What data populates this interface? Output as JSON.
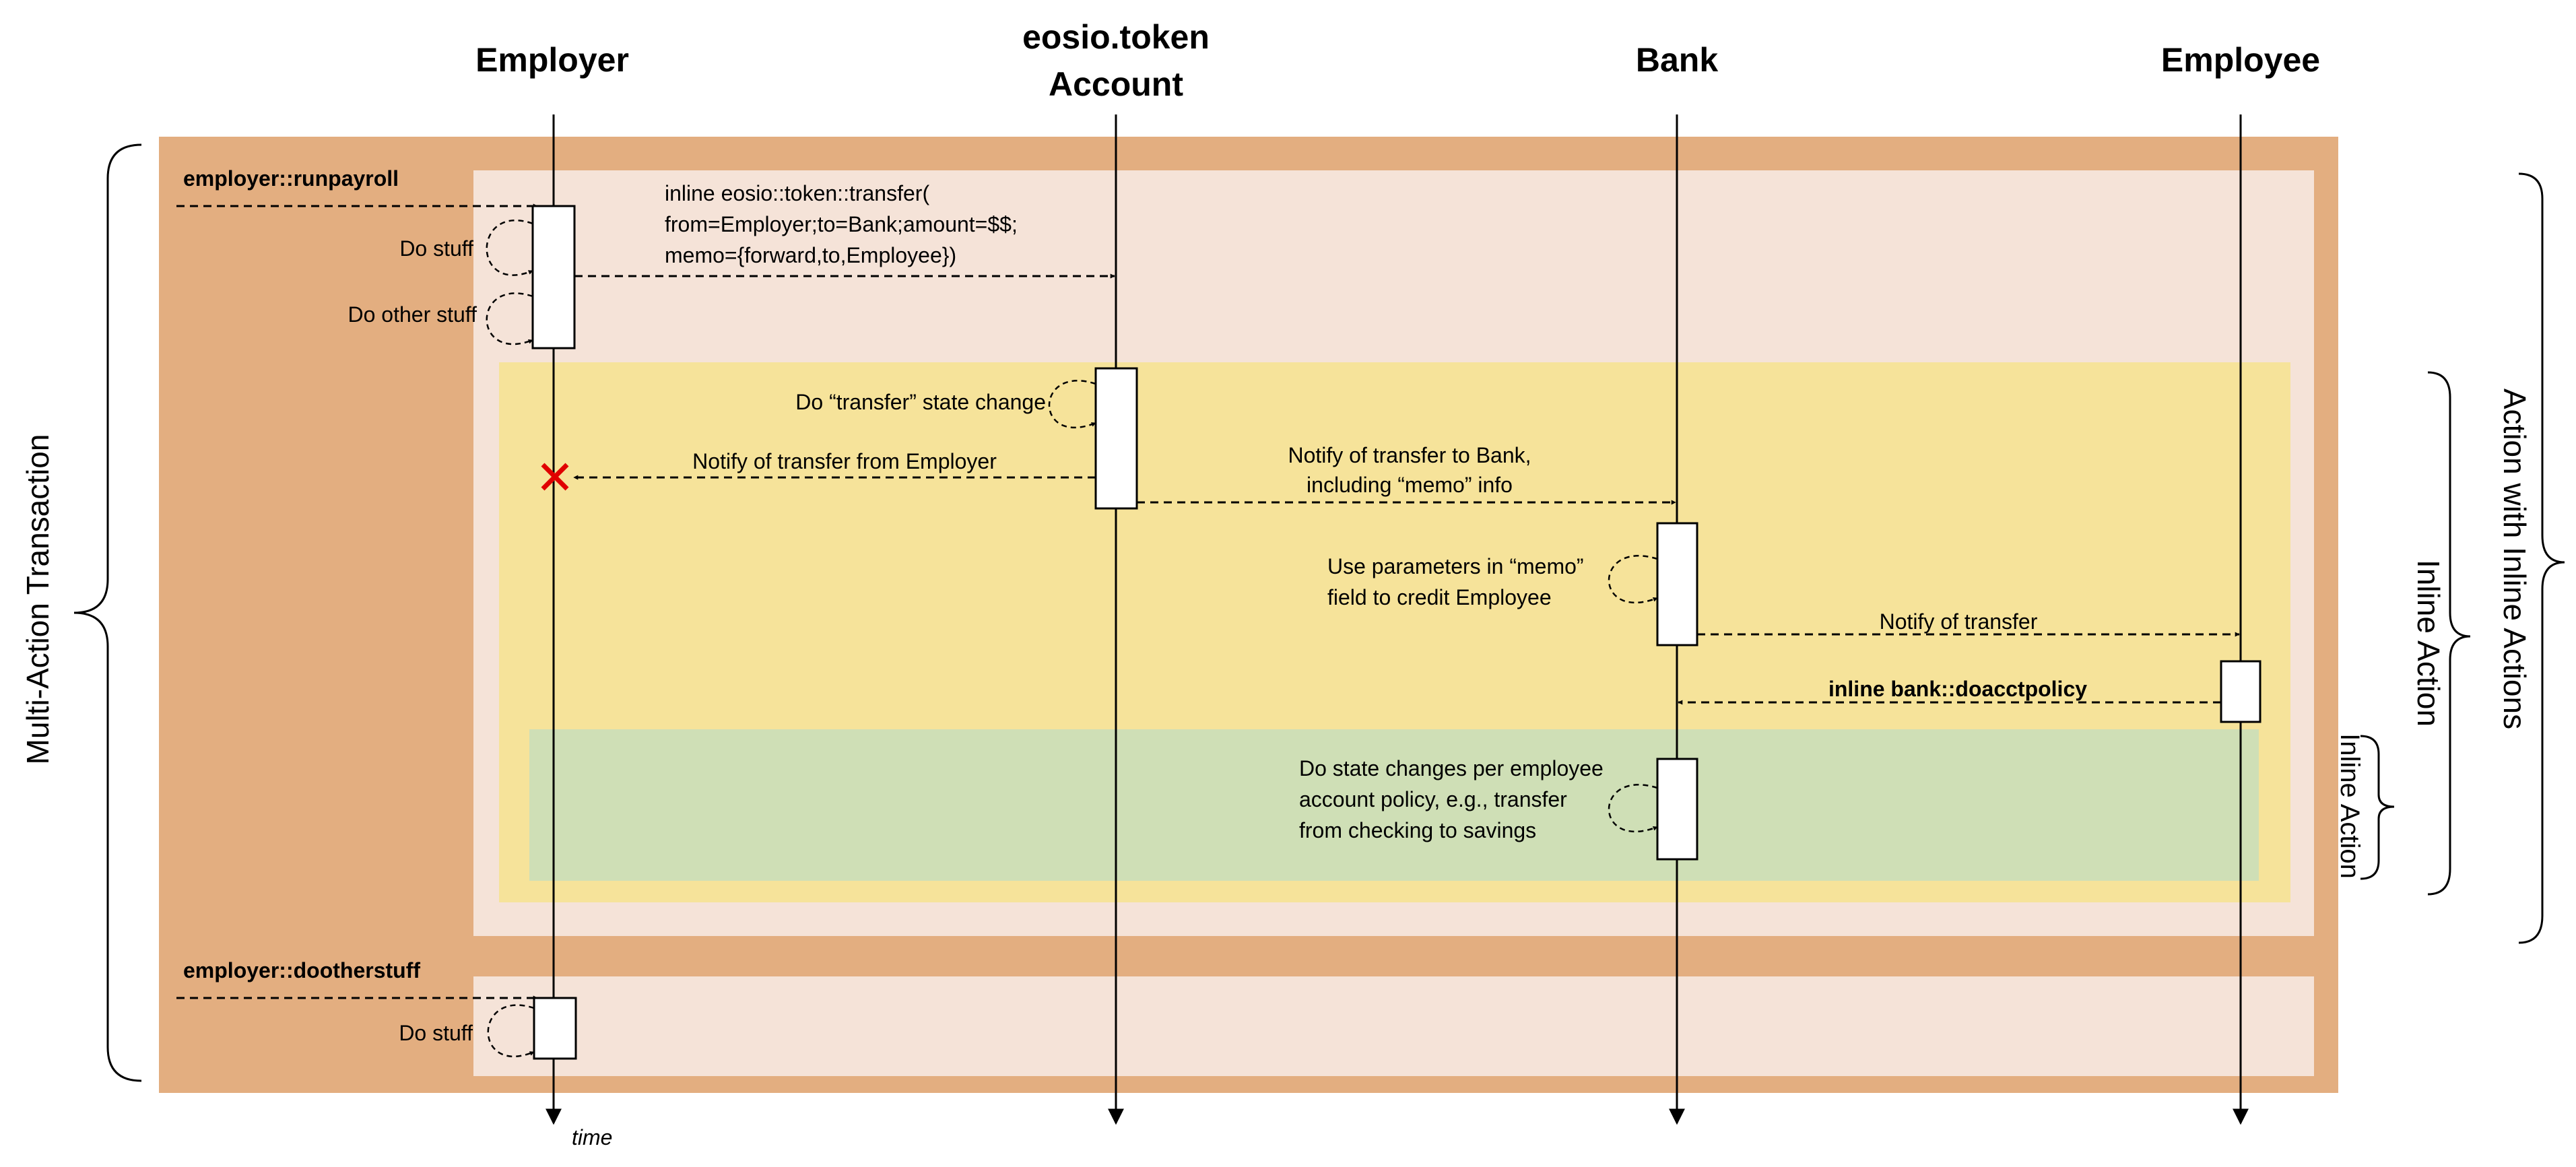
{
  "headers": {
    "employer": "Employer",
    "token_line1": "eosio.token",
    "token_line2": "Account",
    "bank": "Bank",
    "employee": "Employee"
  },
  "side_labels": {
    "multi_action": "Multi-Action Transaction",
    "action_with_inline": "Action with Inline  Actions",
    "inline_action_outer": "Inline Action",
    "inline_action_inner": "Inline Action"
  },
  "actions": {
    "runpayroll": "employer::runpayroll",
    "dootherstuff": "employer::dootherstuff"
  },
  "self_calls": {
    "do_stuff_1": "Do stuff",
    "do_other_stuff": "Do other stuff",
    "transfer_state_change": "Do “transfer” state change",
    "memo_line1": "Use parameters in “memo”",
    "memo_line2": "field to credit Employee",
    "policy_line1": "Do state changes per employee",
    "policy_line2": "account policy, e.g., transfer",
    "policy_line3": "from checking to savings",
    "do_stuff_2": "Do stuff"
  },
  "messages": {
    "inline_transfer_line1": "inline eosio::token::transfer(",
    "inline_transfer_line2": "from=Employer;to=Bank;amount=$$;",
    "inline_transfer_line3": "memo={forward,to,Employee})",
    "notify_from_employer": "Notify of transfer from Employer",
    "notify_bank_line1": "Notify of transfer to Bank,",
    "notify_bank_line2": "including “memo” info",
    "notify_transfer": "Notify of transfer",
    "doacctpolicy": "inline bank::doacctpolicy"
  },
  "footer": {
    "time": "time"
  },
  "colors": {
    "outer_box": "#E3AE80",
    "light_box": "#F5E3D8",
    "yellow_box": "#F6E39A",
    "green_box": "#CFDFB6",
    "reject_x": "#E00000"
  }
}
